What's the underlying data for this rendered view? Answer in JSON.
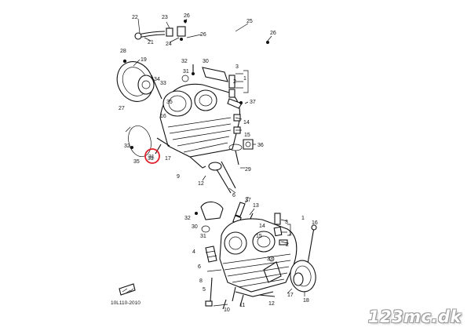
{
  "diagram": {
    "part_labels": [
      "22",
      "23",
      "26",
      "25",
      "21",
      "26",
      "24",
      "26",
      "28",
      "19",
      "32",
      "30",
      "3",
      "1",
      "31",
      "2",
      "34",
      "33",
      "27",
      "35",
      "37",
      "16",
      "14",
      "15",
      "36",
      "32",
      "31",
      "17",
      "35",
      "29",
      "9",
      "12",
      "6",
      "7",
      "37",
      "13",
      "32",
      "30",
      "14",
      "15",
      "31",
      "1",
      "3",
      "2",
      "2",
      "16",
      "4",
      "33",
      "6",
      "5",
      "8",
      "10",
      "11",
      "12",
      "17",
      "18"
    ],
    "drawing_code": "10L110-2010",
    "highlighted_label": "31",
    "highlight_color": "#e0202a"
  },
  "watermark": "123mc.dk"
}
